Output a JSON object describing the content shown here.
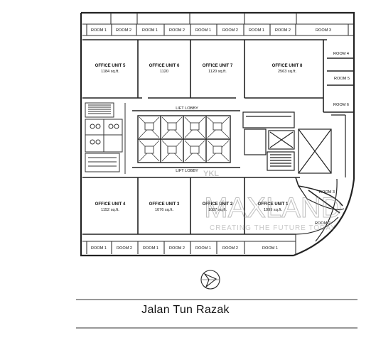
{
  "plan": {
    "top_rooms": [
      "ROOM 1",
      "ROOM 2",
      "ROOM 1",
      "ROOM 2",
      "ROOM 1",
      "ROOM 2",
      "ROOM 1",
      "ROOM 2",
      "ROOM 3"
    ],
    "right_rooms": [
      "ROOM 4",
      "ROOM 5",
      "ROOM 6"
    ],
    "units_top": [
      {
        "name": "OFFICE UNIT 5",
        "area": "1184 sq.ft."
      },
      {
        "name": "OFFICE UNIT 6",
        "area": "1120"
      },
      {
        "name": "OFFICE UNIT 7",
        "area": "1120 sq.ft."
      },
      {
        "name": "OFFICE UNIT 8",
        "area": "2563 sq.ft."
      }
    ],
    "units_bottom": [
      {
        "name": "OFFICE UNIT 4",
        "area": "1152 sq.ft."
      },
      {
        "name": "OFFICE UNIT 3",
        "area": "1076 sq.ft."
      },
      {
        "name": "OFFICE UNIT 2",
        "area": "1087 sq.ft."
      },
      {
        "name": "OFFICE UNIT 1",
        "area": "1999 sq.ft."
      }
    ],
    "lobby_top": "LIFT LOBBY",
    "lobby_bottom": "LIFT LOBBY",
    "bottom_rooms": [
      "ROOM 1",
      "ROOM 2",
      "ROOM 1",
      "ROOM 2",
      "ROOM 1",
      "ROOM 2",
      "ROOM 1"
    ],
    "curve_rooms": [
      "ROOM 3",
      "ROOM 2"
    ]
  },
  "watermark": {
    "small": "YKL",
    "brand": "MAXLAND",
    "tagline": "CREATING THE FUTURE TODAY"
  },
  "road": "Jalan Tun Razak"
}
